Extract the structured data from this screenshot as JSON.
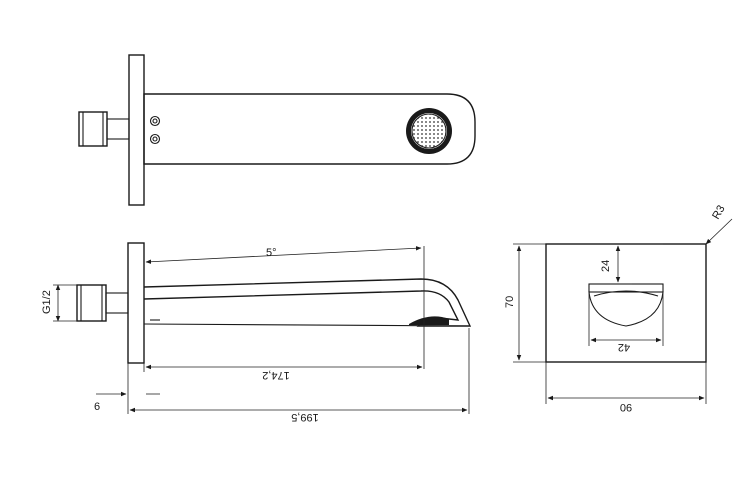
{
  "dimensions": {
    "angle": "5°",
    "thread": "G1/2",
    "spout_length": "174,2",
    "total_length": "199,5",
    "plate_thickness": "6",
    "outlet_height": "24",
    "plate_height": "70",
    "outlet_width": "42",
    "plate_width": "90",
    "corner_radius": "R3"
  }
}
